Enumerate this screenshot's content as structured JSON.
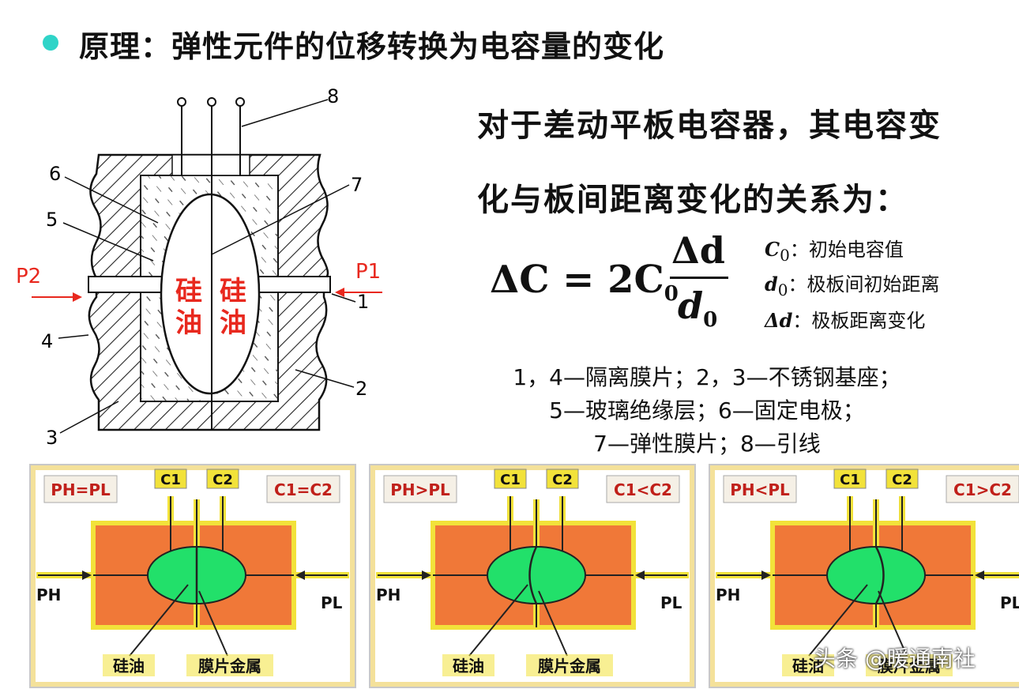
{
  "title": "原理：弹性元件的位移转换为电容量的变化",
  "description": {
    "line1": "对于差动平板电容器，其电容变",
    "line2": "化与板间距离变化的关系为："
  },
  "formula": {
    "lhs": "ΔC = 2C",
    "c_sub": "0",
    "numerator": "Δd",
    "denominator": "d",
    "d_sub": "0"
  },
  "definitions": [
    {
      "symbol": "C",
      "sub": "0",
      "text": "：初始电容值"
    },
    {
      "symbol": "d",
      "sub": "0",
      "text": "：极板间初始距离"
    },
    {
      "symbol": "Δd",
      "sub": "",
      "text": "：极板距离变化"
    }
  ],
  "legend": {
    "line1": "1，4—隔离膜片；2，3—不锈钢基座；",
    "line2": "5—玻璃绝缘层；6—固定电极；",
    "line3": "7—弹性膜片；8—引线"
  },
  "sensor": {
    "numbers": [
      "1",
      "2",
      "3",
      "4",
      "5",
      "6",
      "7",
      "8"
    ],
    "p2": "P2",
    "p1": "P1",
    "fluid_char1": "硅",
    "fluid_char2": "油",
    "fluid_color": "#e8281e",
    "pressure_color": "#e8281e"
  },
  "panels": [
    {
      "pressure": "PH=PL",
      "cap": "C1=C2",
      "c1": "C1",
      "c2": "C2",
      "ph": "PH",
      "pl": "PL",
      "oil": "硅油",
      "metal": "膜片金属"
    },
    {
      "pressure": "PH>PL",
      "cap": "C1<C2",
      "c1": "C1",
      "c2": "C2",
      "ph": "PH",
      "pl": "PL",
      "oil": "硅油",
      "metal": "膜片金属"
    },
    {
      "pressure": "PH<PL",
      "cap": "C1>C2",
      "c1": "C1",
      "c2": "C2",
      "ph": "PH",
      "pl": "PL",
      "oil": "硅油",
      "metal": "膜片金属"
    }
  ],
  "colors": {
    "bullet": "#2fd4c8",
    "panel_frame": "#f4e19a",
    "body_orange": "#f07838",
    "oil_green": "#22e06a",
    "label_red": "#c0201a",
    "wire_yellow": "#f2e23a"
  },
  "watermark": "头条 @暖通南社"
}
